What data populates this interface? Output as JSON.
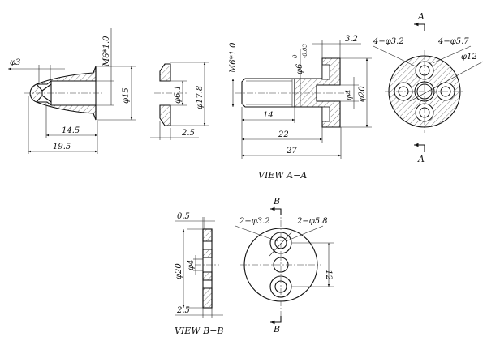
{
  "part1": {
    "d_tip": "φ3",
    "thread": "M6*1.0",
    "d_outer": "φ15",
    "len_body": "14.5",
    "len_total": "19.5"
  },
  "part2": {
    "d_bore": "φ6.1",
    "d_outer": "φ17.8",
    "thickness": "2.5"
  },
  "part3": {
    "thread": "M6*1.0",
    "d_shank": "φ6",
    "tol_upper": "0",
    "tol_lower": "-0.03",
    "flange": "3.2",
    "d_bore": "φ4",
    "d_outer": "φ20",
    "len_thread": "14",
    "len_shank": "22",
    "len_total": "27"
  },
  "part4": {
    "holes_small": "4−φ3.2",
    "holes_large": "4−φ5.7",
    "d_center": "φ12",
    "section_top": "A",
    "section_bottom": "A"
  },
  "view_a": "VIEW  A−A",
  "part5": {
    "chamfer": "0.5",
    "d_outer": "φ20",
    "d_bore": "φ4",
    "thickness": "2.5"
  },
  "part6": {
    "holes_small": "2−φ3.2",
    "holes_large": "2−φ5.8",
    "spacing": "12",
    "section_top": "B",
    "section_bottom": "B"
  },
  "view_b": "VIEW  B−B"
}
